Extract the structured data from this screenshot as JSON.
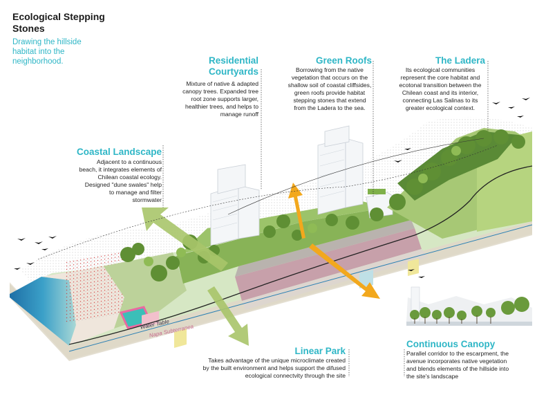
{
  "header": {
    "title": "Ecological Stepping Stones",
    "subtitle": "Drawing the hillside habitat into the neighborhood."
  },
  "callouts": {
    "residential": {
      "title": "Residential Courtyards",
      "body": "Mixture of native & adapted canopy trees. Expanded tree root zone supports larger, healthier trees, and helps to manage runoff"
    },
    "green_roofs": {
      "title": "Green Roofs",
      "body": "Borrowing from the native vegetation that occurs on the shallow soil of coastal cliffsides, green roofs provide habitat stepping stones that extend from the Ladera to the sea."
    },
    "ladera": {
      "title": "The Ladera",
      "body": "Its ecological communities represent the core habitat and ecotonal transition between the Chilean coast and its interior, connecting Las Salinas to its greater ecological context."
    },
    "coastal": {
      "title": "Coastal Landscape",
      "body": "Adjacent to a continuous beach, it integrates elements of Chilean coastal ecology. Designed \"dune swales\" help to manage and filter stormwater"
    },
    "linear_park": {
      "title": "Linear Park",
      "body": "Takes advantage of the unique microclimate created by the built environment and helps support the difused ecological connectvity through the site"
    },
    "canopy": {
      "title": "Continuous Canopy",
      "body": "Parallel corridor to the escarpment, the avenue incorporates native vegetation and blends elements of the hillside into the site's landscape"
    }
  },
  "section_labels": {
    "water_table": "Water Table",
    "napa": "Napa Subterranea"
  },
  "colors": {
    "accent_teal": "#2eb6c6",
    "arrow_green": "#a9c56a",
    "arrow_orange": "#f2a81d",
    "ocean_blue": "#2f8fc4",
    "road_pink": "#d9aab3",
    "hill_green": "#7fae4c"
  }
}
